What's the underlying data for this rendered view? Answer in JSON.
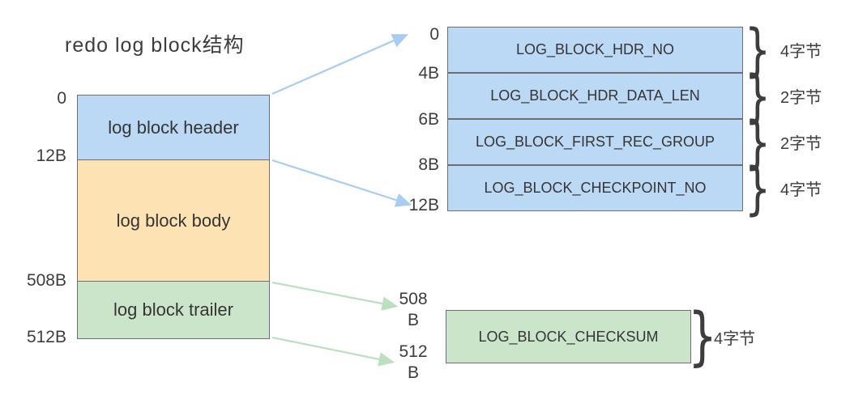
{
  "title": "redo log block结构",
  "left_block": {
    "offsets": [
      "0",
      "12B",
      "508B",
      "512B"
    ],
    "segments": [
      {
        "label": "log block header"
      },
      {
        "label": "log block body"
      },
      {
        "label": "log block trailer"
      }
    ]
  },
  "header_detail": {
    "offsets": [
      "0",
      "4B",
      "6B",
      "8B",
      "12B"
    ],
    "rows": [
      {
        "field": "LOG_BLOCK_HDR_NO",
        "size": "4字节"
      },
      {
        "field": "LOG_BLOCK_HDR_DATA_LEN",
        "size": "2字节"
      },
      {
        "field": "LOG_BLOCK_FIRST_REC_GROUP",
        "size": "2字节"
      },
      {
        "field": "LOG_BLOCK_CHECKPOINT_NO",
        "size": "4字节"
      }
    ]
  },
  "trailer_detail": {
    "offsets": [
      "508B",
      "512B"
    ],
    "rows": [
      {
        "field": "LOG_BLOCK_CHECKSUM",
        "size": "4字节"
      }
    ]
  },
  "icons": {
    "brace_glyph": "}"
  },
  "colors": {
    "header_fill": "#BBD8F4",
    "body_fill": "#FDE3B4",
    "trailer_fill": "#CBE5CB",
    "arrow_blue": "#A9CDF0",
    "arrow_green": "#BCE0BE",
    "border": "#6E6E6E",
    "text": "#3D3D3D"
  }
}
